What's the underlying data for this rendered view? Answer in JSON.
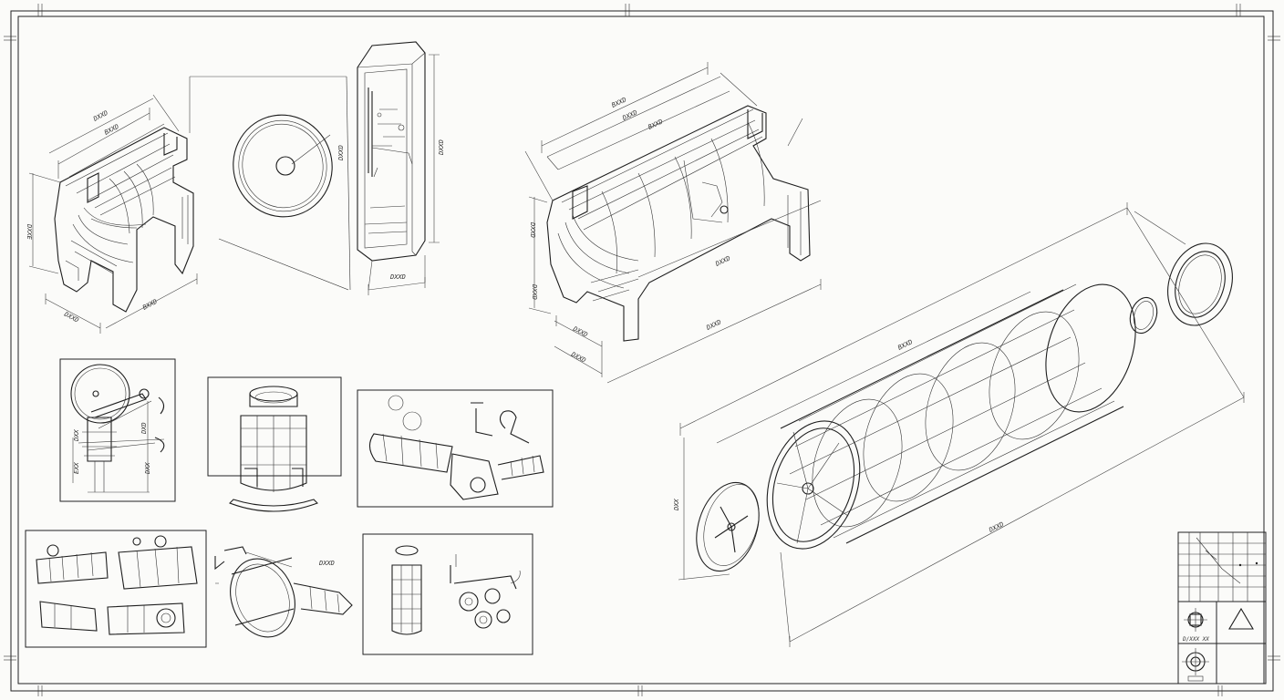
{
  "drawing_sheet": {
    "dimension_labels": {
      "housing_a_top1": "DXXD",
      "housing_a_top2": "BXXD",
      "housing_a_left": "DXXE",
      "housing_a_bottom1": "DXXD",
      "housing_a_bottom2": "BXXD",
      "disc_side": "DXXD",
      "box_bottom": "DXXD",
      "box_side": "DXXD",
      "housing_b_top1": "BXXD",
      "housing_b_top2": "DXXD",
      "housing_b_top3": "BXXD",
      "housing_b_mid": "DXXD",
      "housing_b_left1": "DXXD",
      "housing_b_left2": "DXXD",
      "housing_b_bottom1": "DXXD",
      "housing_b_bottom2": "DXXD",
      "housing_b_bottom3": "DXXD",
      "drum_top": "BXXD",
      "drum_bottom": "DXXD",
      "drum_left": "DXX",
      "detail1_a": "DXD",
      "detail1_b": "DXX",
      "detail1_c": "EXX",
      "detail1_d": "DXX",
      "detail5_label": "DXXD"
    },
    "title_block": {
      "symbol_caption": "D/XXX XX"
    },
    "icons": [
      "crosshair-symbol-icon",
      "triangle-symbol-icon",
      "projection-symbol-icon"
    ]
  }
}
